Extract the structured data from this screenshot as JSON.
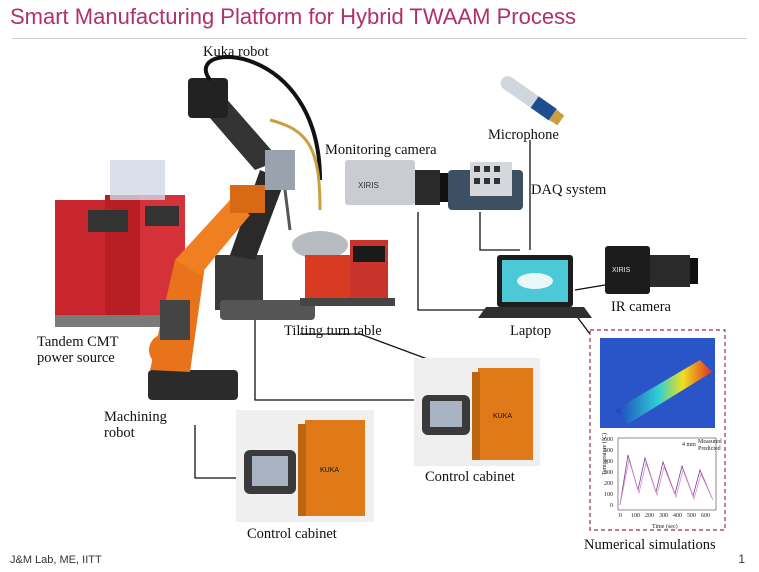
{
  "title": "Smart Manufacturing Platform for Hybrid TWAAM Process",
  "labels": {
    "kuka_robot": "Kuka robot",
    "microphone": "Microphone",
    "monitoring_camera": "Monitoring camera",
    "daq_system": "DAQ system",
    "ir_camera": "IR camera",
    "laptop": "Laptop",
    "tilting_turn_table": "Tilting turn table",
    "tandem_power_source": "Tandem CMT\npower source",
    "machining_robot": "Machining\nrobot",
    "control_cabinet_1": "Control cabinet",
    "control_cabinet_2": "Control cabinet",
    "numerical_simulations": "Numerical simulations"
  },
  "brand_text": {
    "camera_logo": "XIRIS",
    "cabinet_logo": "KUKA"
  },
  "sim_plot": {
    "ylabel": "Temperature (°C)",
    "xlabel": "Time (sec)",
    "yticks": [
      "600",
      "500",
      "400",
      "300",
      "200",
      "100",
      "0"
    ],
    "xticks": [
      "0",
      "100",
      "200",
      "300",
      "400",
      "500",
      "600"
    ],
    "legend": [
      "Measured",
      "Predicted"
    ],
    "inset_label": "4 mm"
  },
  "footer": {
    "left": "J&M Lab, ME, IITT",
    "page": "1"
  },
  "colors": {
    "title": "#b0306a",
    "robot_orange": "#e8731a",
    "power_red": "#c8262c",
    "sim_border": "#9a2a6a"
  }
}
